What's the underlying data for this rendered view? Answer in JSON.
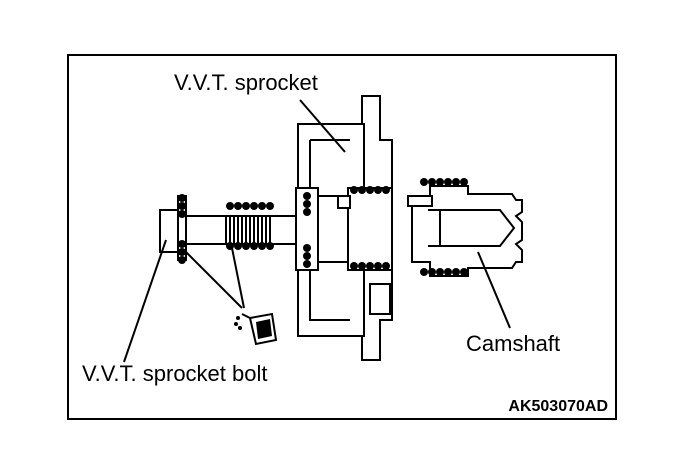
{
  "labels": {
    "vvt_sprocket": "V.V.T. sprocket",
    "camshaft": "Camshaft",
    "vvt_sprocket_bolt": "V.V.T. sprocket bolt"
  },
  "figure_code": "AK503070AD",
  "icons": {
    "oil_can": "oil-can-icon"
  }
}
